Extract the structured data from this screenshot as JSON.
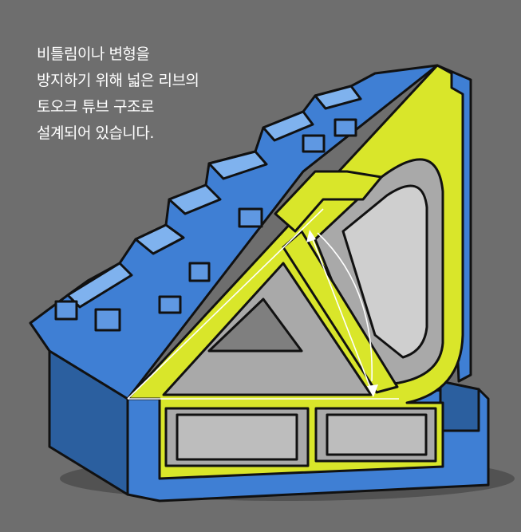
{
  "caption": {
    "lines": [
      "비틀림이나 변형을",
      "방지하기 위해 넓은 리브의",
      "토오크 튜브 구조로",
      "설계되어 있습니다."
    ]
  },
  "colors": {
    "background": "#6e6e6e",
    "casting_blue": "#3f7fd4",
    "casting_blue_light": "#7fb2ee",
    "casting_blue_dark": "#2b5f9f",
    "cut_section": "#d9e62a",
    "interior_gray": "#a9a9a9",
    "interior_gray_light": "#cfcfcf",
    "outline": "#111111"
  },
  "figure": {
    "icon": "cutaway-casting-illustration"
  }
}
